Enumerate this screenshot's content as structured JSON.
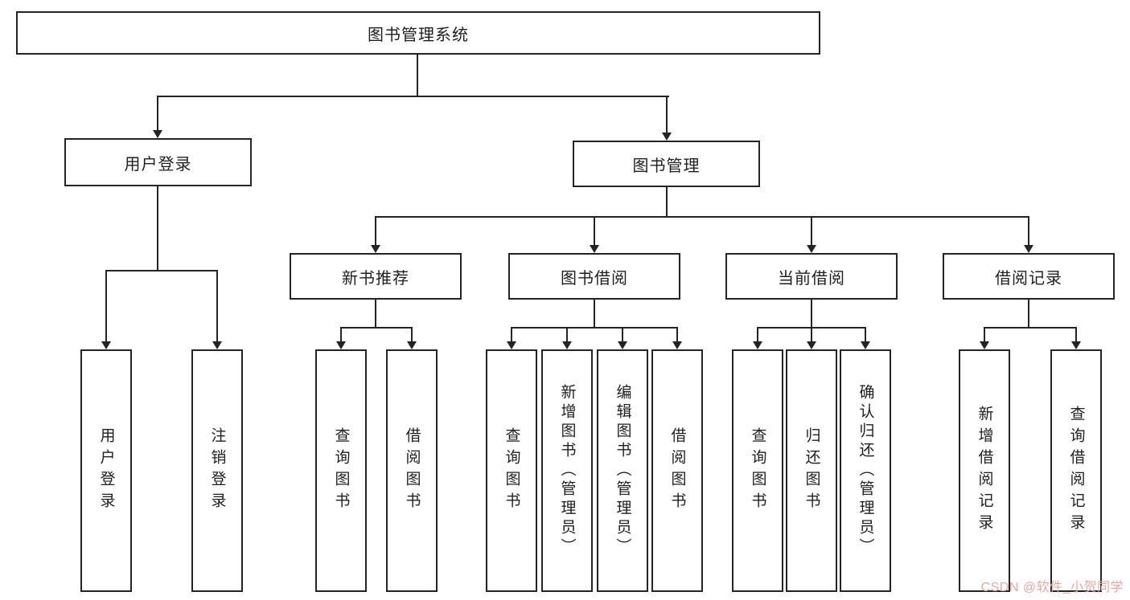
{
  "colors": {
    "line": "#242424",
    "box_border": "#242424",
    "watermark": "#e8a7a2"
  },
  "watermark": "CSDN @软件_小贺同学",
  "tree": {
    "root": {
      "label": "图书管理系统"
    },
    "user_login": {
      "label": "用户登录"
    },
    "book_mgmt": {
      "label": "图书管理"
    },
    "login_leaf": {
      "label": "用户登录"
    },
    "logout_leaf": {
      "label": "注销登录"
    },
    "new_books": {
      "label": "新书推荐"
    },
    "book_borrow": {
      "label": "图书借阅"
    },
    "current_borrow": {
      "label": "当前借阅"
    },
    "borrow_records": {
      "label": "借阅记录"
    },
    "nb_query": {
      "label": "查询图书"
    },
    "nb_borrow": {
      "label": "借阅图书"
    },
    "bb_query": {
      "label": "查询图书"
    },
    "bb_add": {
      "label": "新增图书（管理员）"
    },
    "bb_edit": {
      "label": "编辑图书（管理员）"
    },
    "bb_borrow": {
      "label": "借阅图书"
    },
    "cb_query": {
      "label": "查询图书"
    },
    "cb_return": {
      "label": "归还图书"
    },
    "cb_confirm": {
      "label": "确认归还（管理员）"
    },
    "br_add": {
      "label": "新增借阅记录"
    },
    "br_query": {
      "label": "查询借阅记录"
    }
  }
}
